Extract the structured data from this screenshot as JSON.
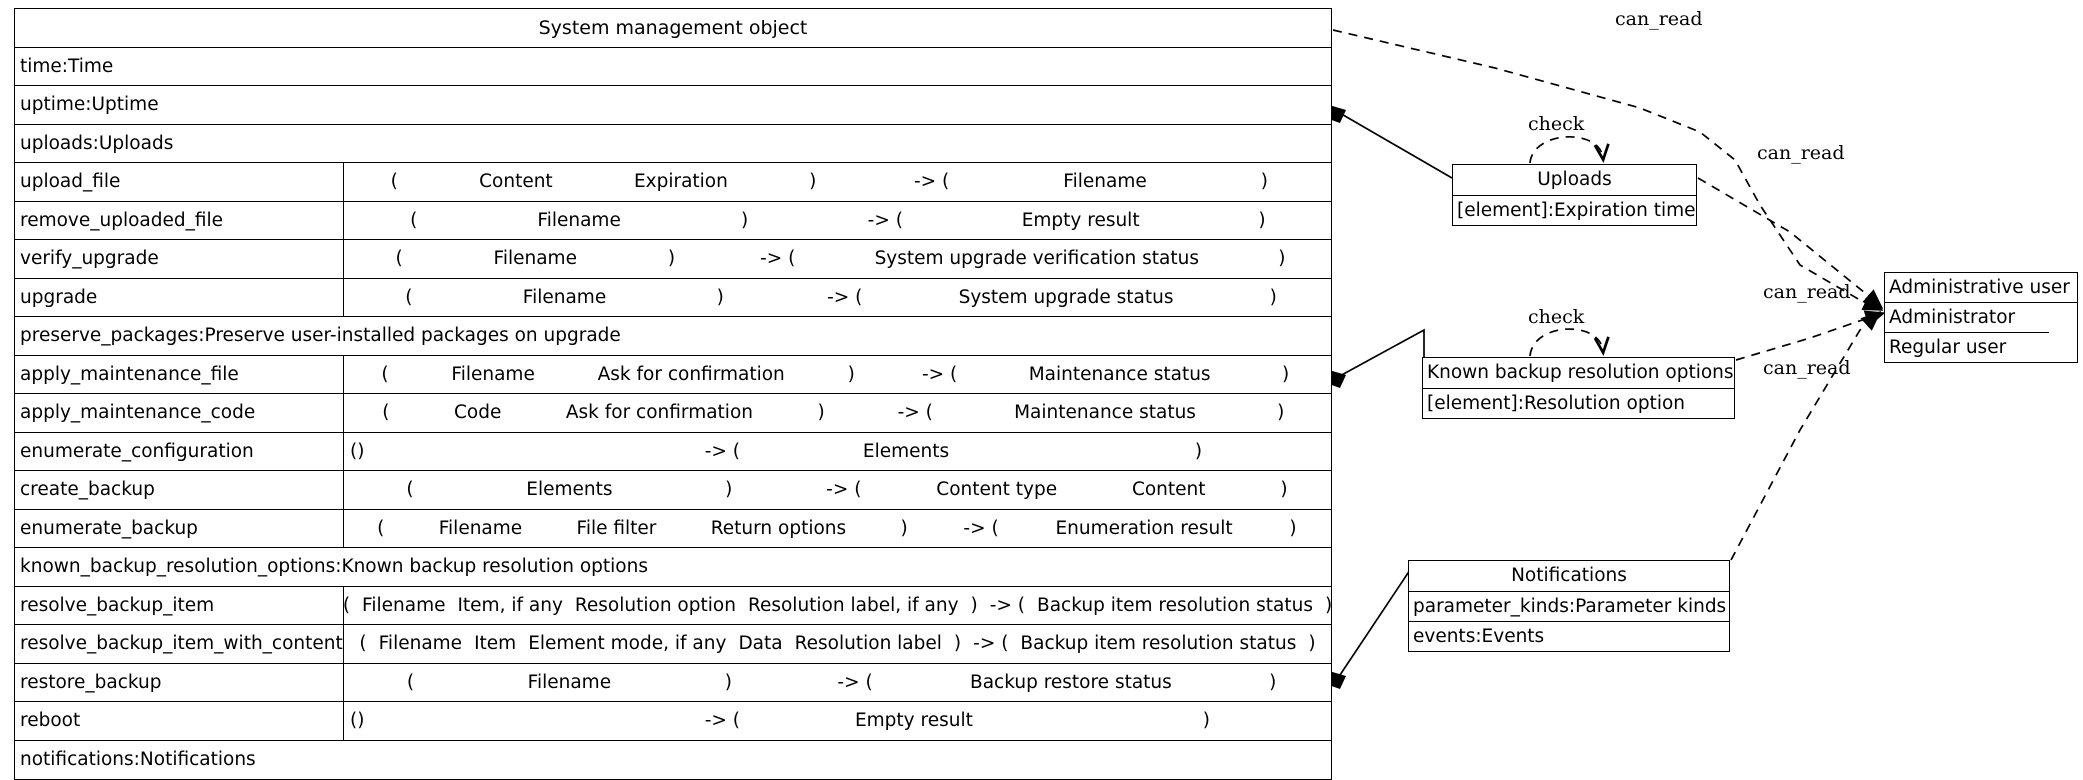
{
  "main_class": {
    "title": "System management object",
    "attributes_top": [
      "time:Time",
      "uptime:Uptime",
      "uploads:Uploads"
    ],
    "operations_a": [
      {
        "name": "upload_file",
        "params": [
          "(",
          "Content",
          "Expiration",
          ")"
        ],
        "arrow": "-> (",
        "returns": [
          "Filename",
          ")"
        ]
      },
      {
        "name": "remove_uploaded_file",
        "params": [
          "(",
          "Filename",
          ")"
        ],
        "arrow": "-> (",
        "returns": [
          "Empty result",
          ")"
        ]
      },
      {
        "name": "verify_upgrade",
        "params": [
          "(",
          "Filename",
          ")"
        ],
        "arrow": "-> (",
        "returns": [
          "System upgrade verification status",
          ")"
        ]
      },
      {
        "name": "upgrade",
        "params": [
          "(",
          "Filename",
          ")"
        ],
        "arrow": "-> (",
        "returns": [
          "System upgrade status",
          ")"
        ]
      }
    ],
    "attribute_mid": "preserve_packages:Preserve user-installed packages on upgrade",
    "operations_b": [
      {
        "name": "apply_maintenance_file",
        "params": [
          "(",
          "Filename",
          "Ask for confirmation",
          ")"
        ],
        "arrow": "-> (",
        "returns": [
          "Maintenance status",
          ")"
        ]
      },
      {
        "name": "apply_maintenance_code",
        "params": [
          "(",
          "Code",
          "Ask for confirmation",
          ")"
        ],
        "arrow": "-> (",
        "returns": [
          "Maintenance status",
          ")"
        ]
      },
      {
        "name": "enumerate_configuration",
        "params": [
          "()"
        ],
        "arrow": "-> (",
        "returns": [
          "Elements",
          ")"
        ]
      },
      {
        "name": "create_backup",
        "params": [
          "(",
          "Elements",
          ")"
        ],
        "arrow": "-> (",
        "returns": [
          "Content type",
          "Content",
          ")"
        ]
      },
      {
        "name": "enumerate_backup",
        "params": [
          "(",
          "Filename",
          "File filter",
          "Return options",
          ")"
        ],
        "arrow": "-> (",
        "returns": [
          "Enumeration result",
          ")"
        ]
      }
    ],
    "attribute_mid2": "known_backup_resolution_options:Known backup resolution options",
    "operations_c": [
      {
        "name": "resolve_backup_item",
        "params": [
          "(",
          "Filename",
          "Item, if any",
          "Resolution option",
          "Resolution label, if any",
          ")"
        ],
        "arrow": "-> (",
        "returns": [
          "Backup item resolution status",
          ")"
        ]
      },
      {
        "name": "resolve_backup_item_with_content",
        "params": [
          "(",
          "Filename",
          "Item",
          "Element mode, if any",
          "Data",
          "Resolution label",
          ")"
        ],
        "arrow": "-> (",
        "returns": [
          "Backup item resolution status",
          ")"
        ]
      },
      {
        "name": "restore_backup",
        "params": [
          "(",
          "Filename",
          ")"
        ],
        "arrow": "-> (",
        "returns": [
          "Backup restore status",
          ")"
        ]
      },
      {
        "name": "reboot",
        "params": [
          "()"
        ],
        "arrow": "-> (",
        "returns": [
          "Empty result",
          ")"
        ]
      }
    ],
    "attribute_bottom": "notifications:Notifications"
  },
  "uploads_class": {
    "title": "Uploads",
    "items": [
      "[element]:Expiration time"
    ]
  },
  "known_options_class": {
    "title": "Known backup resolution options",
    "items": [
      "[element]:Resolution option"
    ]
  },
  "notifications_class": {
    "title": "Notifications",
    "items": [
      "parameter_kinds:Parameter kinds",
      "events:Events"
    ]
  },
  "admin_user_class": {
    "title": "Administrative user",
    "items": [
      "Administrator",
      "Regular user"
    ]
  },
  "edge_labels": {
    "can_read_top": "can_read",
    "can_read_uploads": "can_read",
    "can_read_known": "can_read",
    "can_read_notifications": "can_read",
    "check_uploads": "check",
    "check_known": "check"
  },
  "colors": {
    "stroke": "#000000",
    "background": "#ffffff"
  }
}
